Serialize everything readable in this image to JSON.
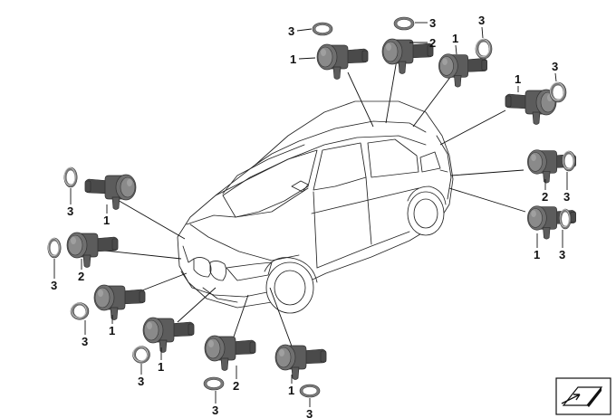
{
  "diagram": {
    "callouts": [
      {
        "text": "3"
      },
      {
        "text": "1"
      },
      {
        "text": "3"
      },
      {
        "text": "2"
      },
      {
        "text": "1"
      },
      {
        "text": "3"
      },
      {
        "text": "1"
      },
      {
        "text": "3"
      },
      {
        "text": "2"
      },
      {
        "text": "3"
      },
      {
        "text": "1"
      },
      {
        "text": "3"
      },
      {
        "text": "3"
      },
      {
        "text": "1"
      },
      {
        "text": "2"
      },
      {
        "text": "3"
      },
      {
        "text": "1"
      },
      {
        "text": "3"
      },
      {
        "text": "1"
      },
      {
        "text": "3"
      },
      {
        "text": "2"
      },
      {
        "text": "3"
      },
      {
        "text": "1"
      },
      {
        "text": "3"
      }
    ]
  }
}
